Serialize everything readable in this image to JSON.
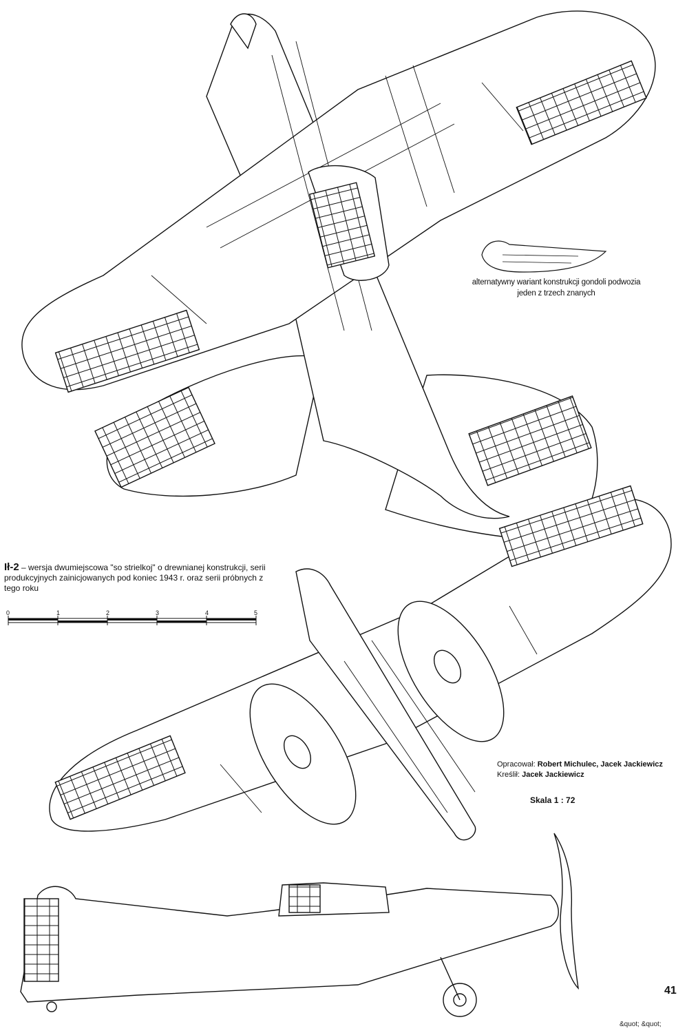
{
  "caption": {
    "model": "Ił-2",
    "text": "– wersja dwumiejscowa \"so strielkoj\" o drewnianej konstrukcji, serii produkcyjnych zainicjowanych pod koniec 1943 r. oraz serii próbnych z tego roku"
  },
  "alt_note": {
    "line1": "alternatywny wariant konstrukcji gondoli podwozia",
    "line2": "jeden z trzech znanych"
  },
  "credits": {
    "prepared_label": "Opracował:",
    "prepared_names": "Robert Michulec, Jacek Jackiewicz",
    "drawn_label": "Kreślił:",
    "drawn_name": "Jacek Jackiewicz"
  },
  "scale_text": "Skala 1 : 72",
  "scale_bar": {
    "ticks": [
      "0",
      "1",
      "2",
      "3",
      "4",
      "5"
    ]
  },
  "page_number": "41",
  "footer_artifact": "&quot; &quot;"
}
